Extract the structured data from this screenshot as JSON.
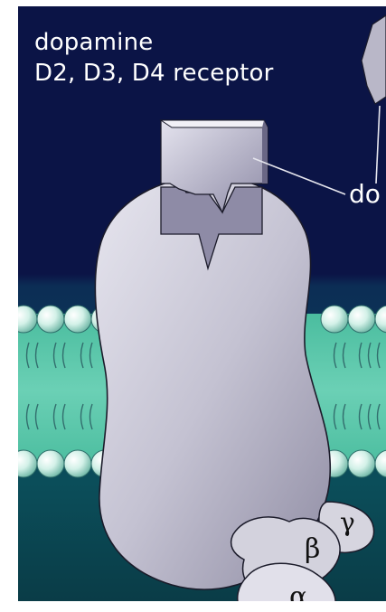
{
  "figure": {
    "title_line1": "dopamine",
    "title_line2": "D2, D3, D4 receptor",
    "ligand_label": "do",
    "subunits": {
      "beta": "β",
      "gamma": "γ",
      "alpha": "α"
    }
  },
  "colors": {
    "background_top": "#0b1446",
    "membrane": "#5fc9ad",
    "intracellular": "#0b4a55",
    "receptor": "#c7c5d3",
    "outline": "#1b1b2a"
  },
  "icons": {
    "receptor": "receptor-protein-shape",
    "ligand": "dopamine-molecule-shape",
    "g_protein": "g-protein-shape"
  }
}
